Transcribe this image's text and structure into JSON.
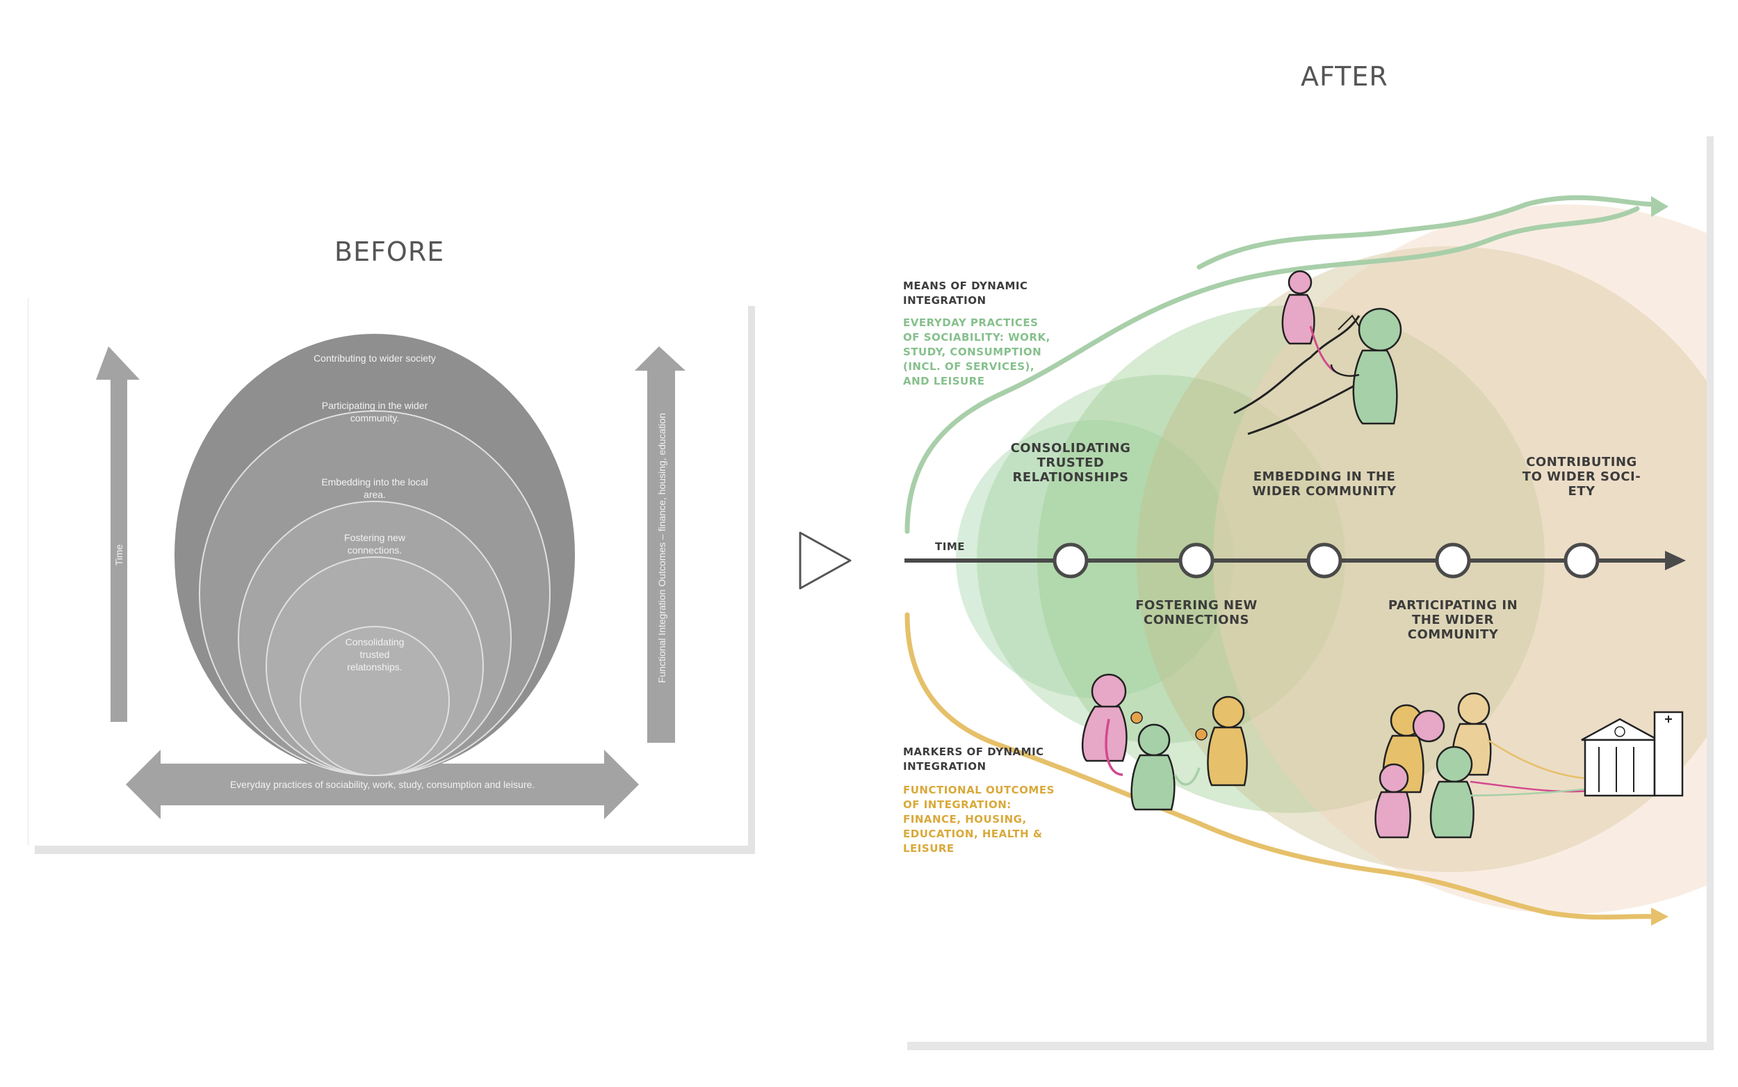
{
  "headings": {
    "before": "BEFORE",
    "after": "AFTER"
  },
  "before": {
    "time_label": "Time",
    "functional_label": "Functional Integration Outcomes – finance, housing, education",
    "bottom_arrow_label": "Everyday practices of sociability, work, study, consumption and leisure.",
    "circles": [
      [
        "Contributing to wider society"
      ],
      [
        "Participating in the wider",
        "community."
      ],
      [
        "Embedding into the local",
        "area."
      ],
      [
        "Fostering new",
        "connections."
      ],
      [
        "Consolidating",
        "trusted",
        "relatonships."
      ]
    ]
  },
  "after": {
    "means": {
      "title": [
        "MEANS OF DYNAMIC",
        "INTEGRATION"
      ],
      "body": [
        "EVERYDAY PRACTICES",
        "OF SOCIABILITY: WORK,",
        "STUDY, CONSUMPTION",
        "(INCL. OF SERVICES),",
        "AND LEISURE"
      ]
    },
    "markers": {
      "title": [
        "MARKERS OF DYNAMIC",
        "INTEGRATION"
      ],
      "body": [
        "FUNCTIONAL OUTCOMES",
        "OF INTEGRATION:",
        "FINANCE, HOUSING,",
        "EDUCATION, HEALTH &",
        "LEISURE"
      ]
    },
    "time_label": "TIME",
    "stages_above": [
      [
        "CONSOLIDATING",
        "TRUSTED",
        "RELATIONSHIPS"
      ],
      [
        "EMBEDDING IN THE",
        "WIDER COMMUNITY"
      ],
      [
        "CONTRIBUTING",
        "TO WIDER SOCI-",
        "ETY"
      ]
    ],
    "stages_below": [
      [
        "FOSTERING NEW",
        "CONNECTIONS"
      ],
      [
        "PARTICIPATING IN",
        "THE WIDER",
        "COMMUNITY"
      ]
    ]
  },
  "colors": {
    "green": "#a8cfa9",
    "gold": "#e6c06a",
    "means_text": "#86c08d",
    "markers_text": "#d9a93a",
    "timeline": "#4a4a4a",
    "before_gray": "#9a9a9a"
  }
}
